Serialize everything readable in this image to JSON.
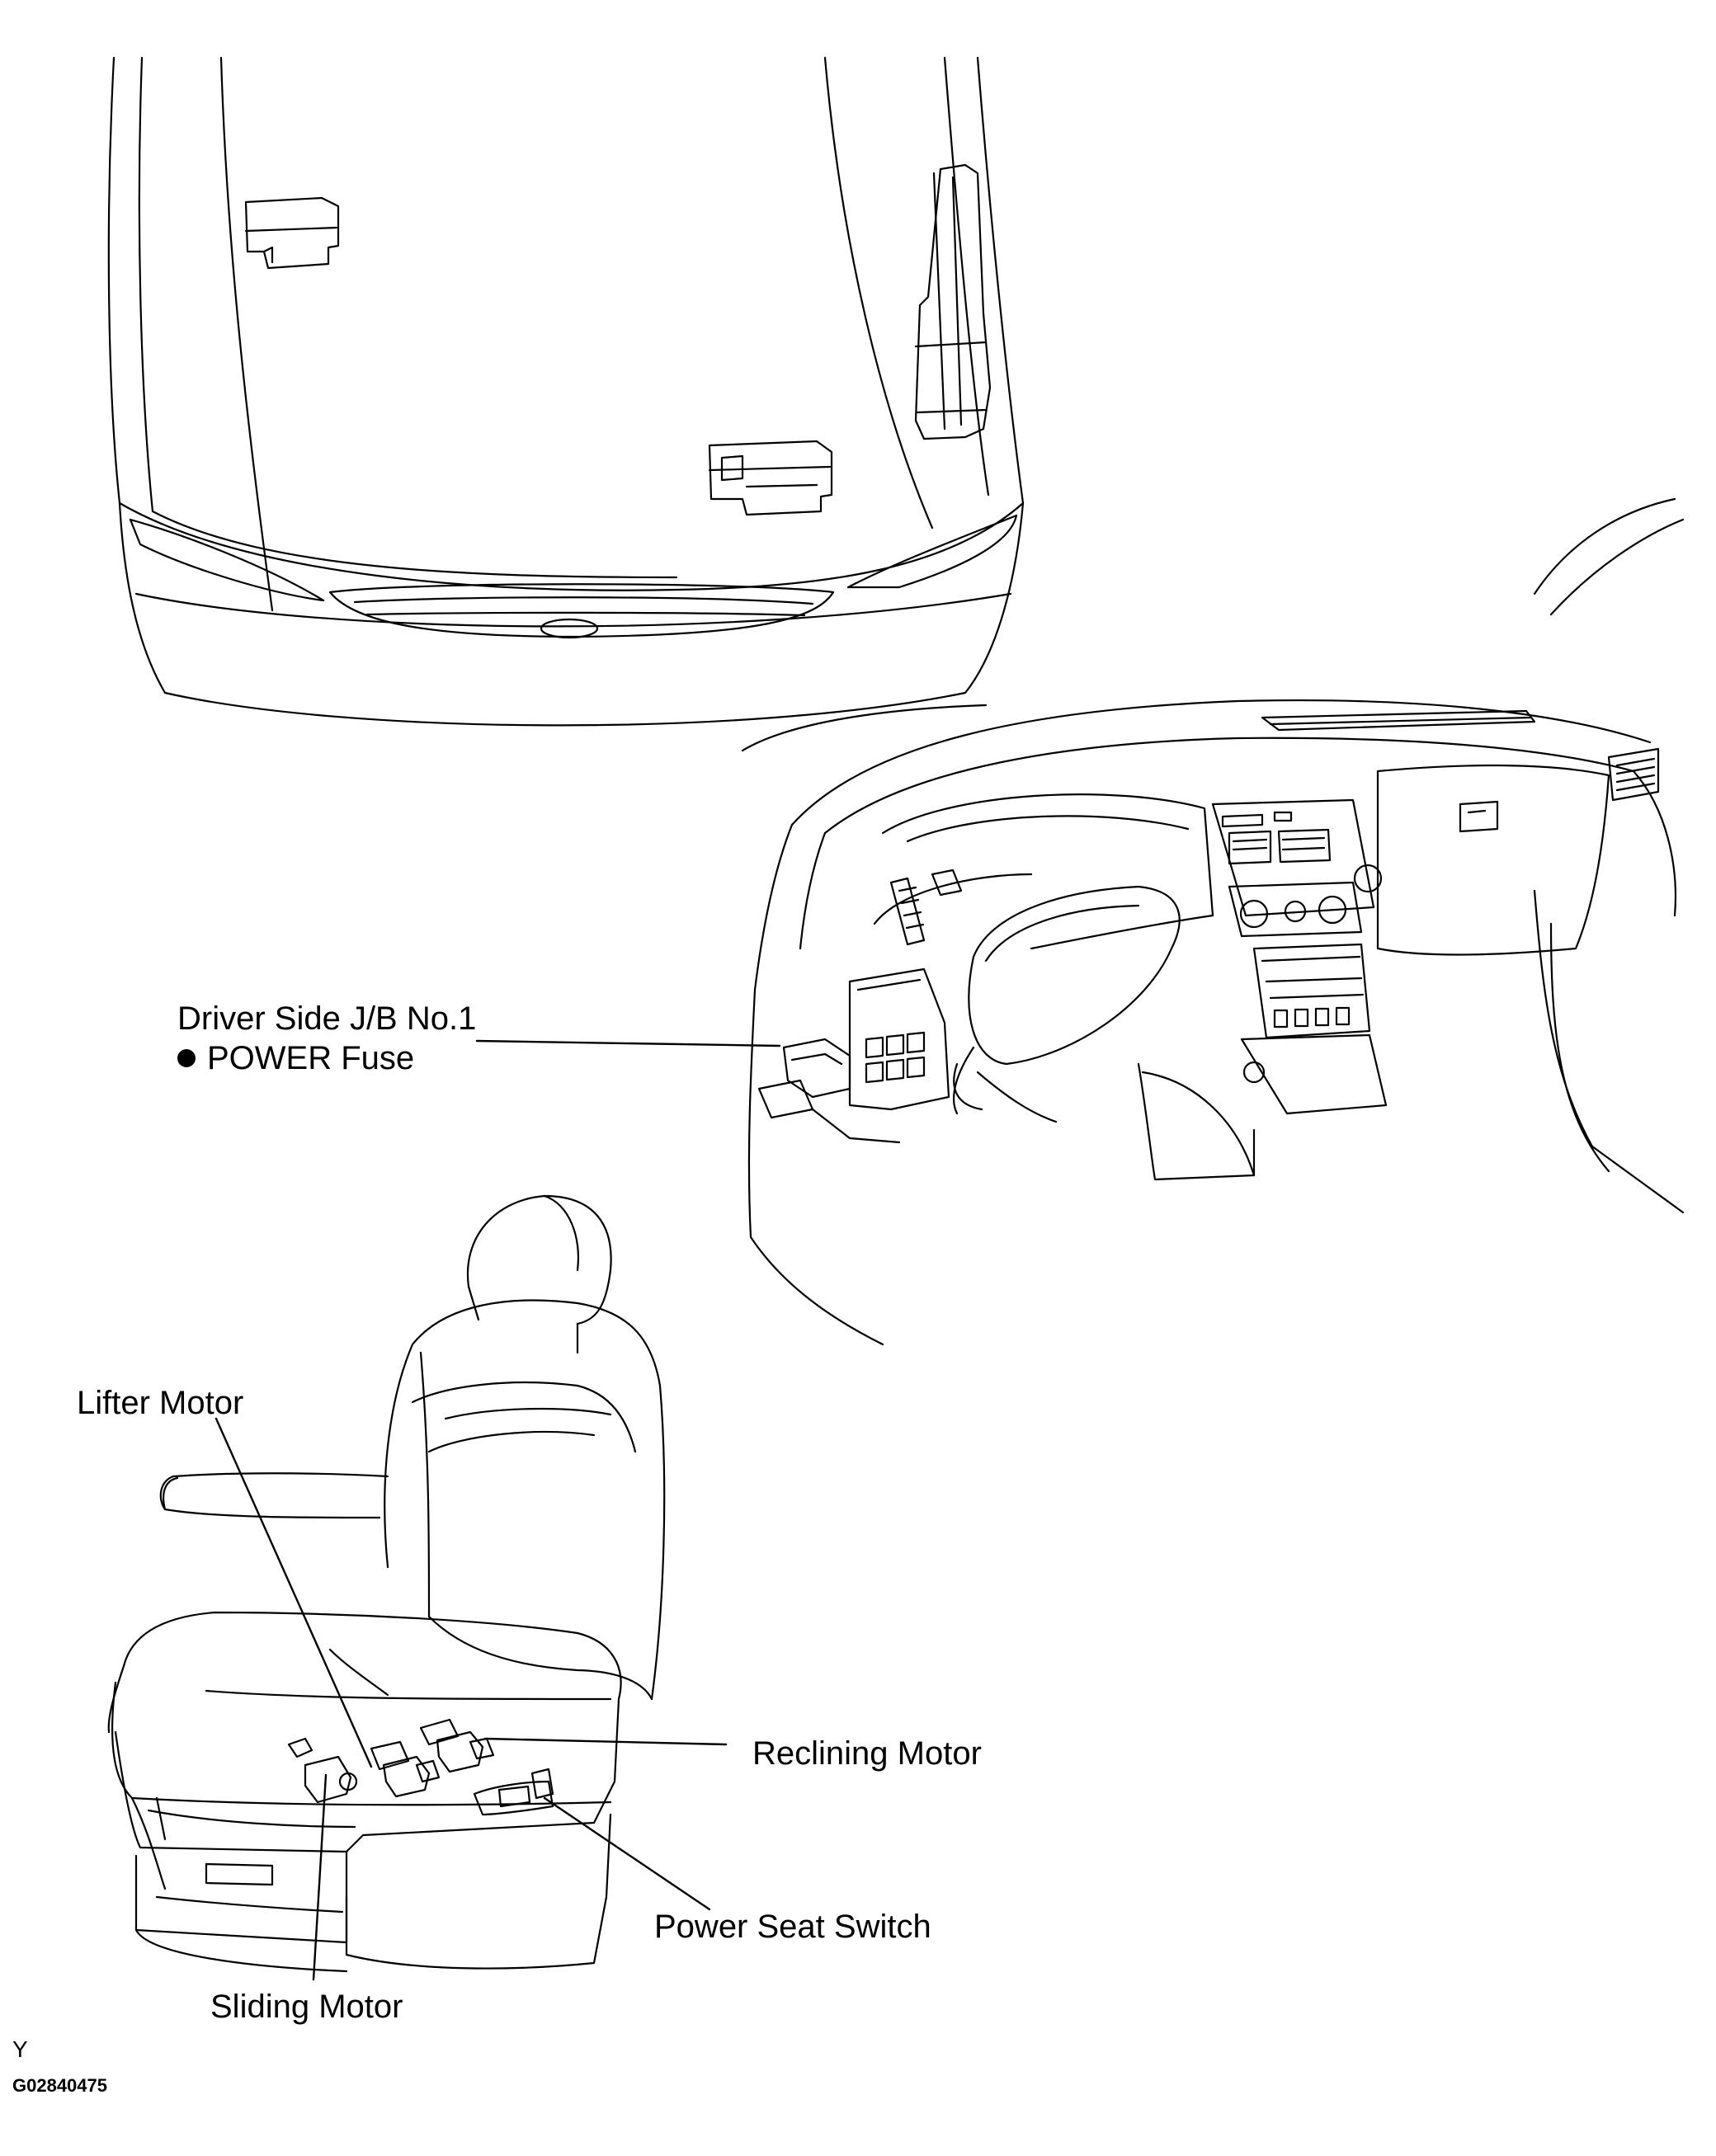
{
  "labels": {
    "jb_line1": "Driver Side J/B No.1",
    "jb_line2": "POWER Fuse",
    "lifter_motor": "Lifter Motor",
    "reclining_motor": "Reclining Motor",
    "power_seat_switch": "Power Seat Switch",
    "sliding_motor": "Sliding Motor"
  },
  "footer": {
    "letter": "Y",
    "figure_code": "G02840475"
  }
}
